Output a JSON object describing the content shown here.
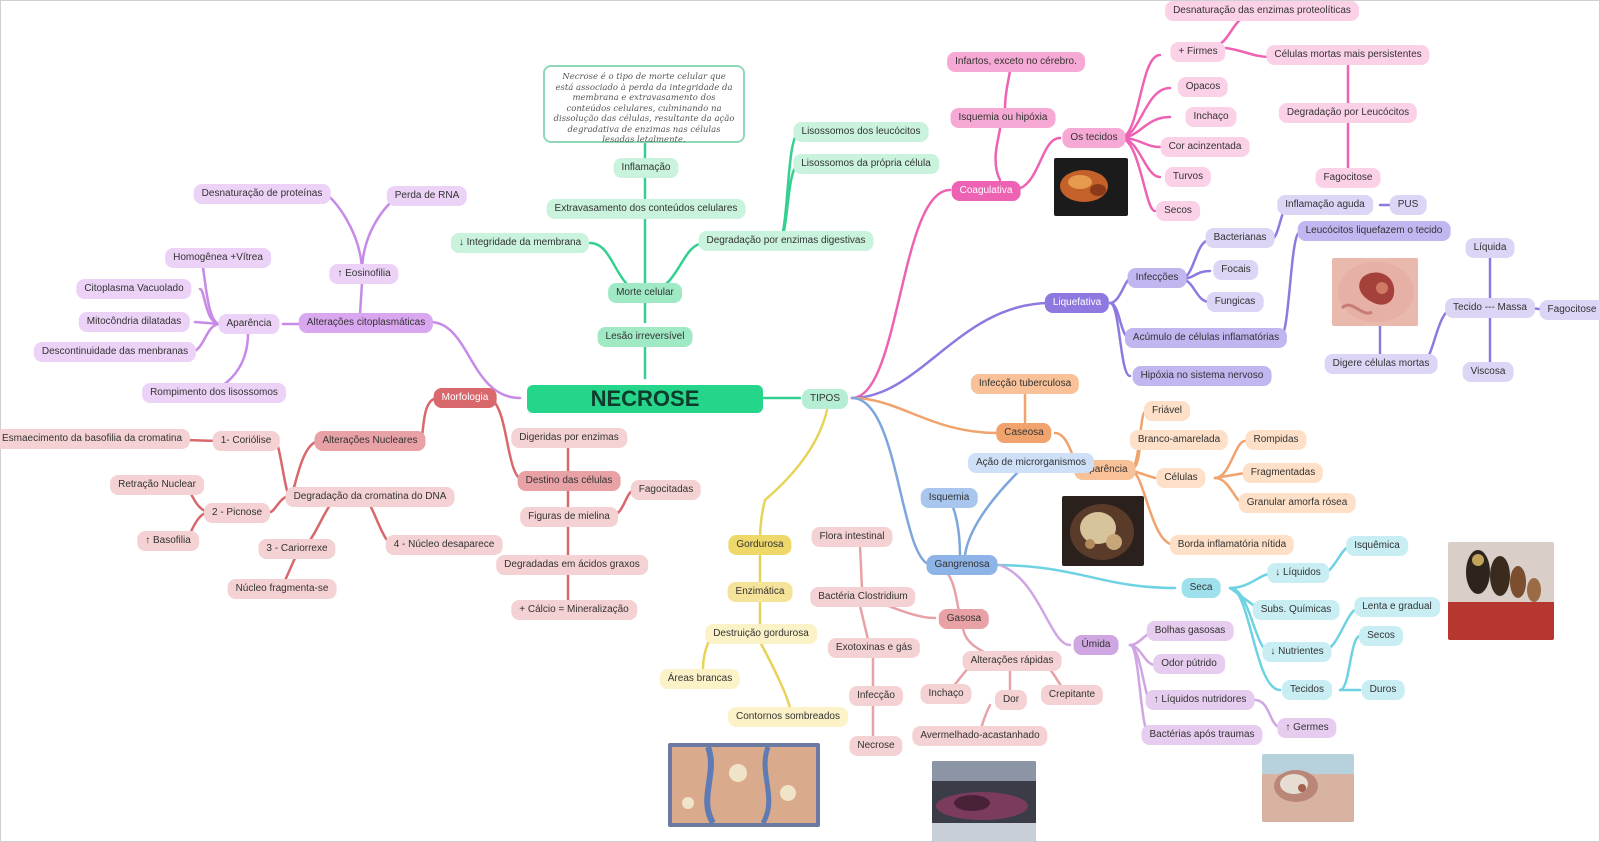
{
  "title": "NECROSE",
  "definition": "Necrose é o tipo de morte celular que está associado à perda da integridade da membrana e extravasamento dos conteúdos celulares, culminando na dissolução das células, resultante da ação degradativa de enzimas nas células lesadas letalmente.",
  "nodes": {
    "tipos": "TIPOS",
    "lesao": "Lesão irreversível",
    "morte": "Morte celular",
    "integridade": "↓ Integridade da membrana",
    "degradacao_enz": "Degradação por enzimas digestivas",
    "lis_leuc": "Lisossomos dos leucócitos",
    "lis_propria": "Lisossomos da própria célula",
    "extravasamento": "Extravasamento dos conteúdos celulares",
    "inflamacao": "Inflamação",
    "morfologia": "Morfologia",
    "alt_cito": "Alterações citoplasmáticas",
    "eosinofilia": "↑ Eosinofilia",
    "desnat_prot": "Desnaturação de proteínas",
    "perda_rna": "Perda de RNA",
    "aparencia_m": "Aparência",
    "homogenea": "Homogênea +Vítrea",
    "cito_vac": "Citoplasma Vacuolado",
    "mito_dil": "Mitocôndria dilatadas",
    "descont": "Descontinuidade das menbranas",
    "romp_lis": "Rompimento dos lisossomos",
    "alt_nuc": "Alterações Nucleares",
    "coriolise": "1- Coriólise",
    "esmaec": "Esmaecimento da basofilia da cromatina",
    "degrad_crom": "Degradação da cromatina do DNA",
    "picnose": "2 - Picnose",
    "retracao": "Retração Nuclear",
    "basofilia": "↑ Basofilia",
    "cariorrexe": "3 - Cariorrexe",
    "nucleo_frag": "Núcleo fragmenta-se",
    "nucleo_desap": "4 - Núcleo desaparece",
    "destino": "Destino das células",
    "digeridas": "Digeridas por enzimas",
    "fig_mielina": "Figuras de mielina",
    "fagocitadas": "Fagocitadas",
    "degr_acidos": "Degradadas em ácidos graxos",
    "calcio": "+ Cálcio = Mineralização",
    "coagulativa": "Coagulativa",
    "isquemia_hip": "Isquemia ou hipóxia",
    "infartos": "Infartos, exceto no cérebro.",
    "os_tecidos": "Os tecidos",
    "firmes": "+ Firmes",
    "desnat_enz": "Desnaturação das enzimas proteolíticas",
    "cel_mortas": "Células mortas mais persistentes",
    "degr_leuc": "Degradação por Leucócitos",
    "fagocitose1": "Fagocitose",
    "opacos": "Opacos",
    "inchaco1": "Inchaço",
    "cor_acinz": "Cor acinzentada",
    "turvos": "Turvos",
    "secos": "Secos",
    "liquefativa": "Liquefativa",
    "infeccoes": "Infecções",
    "bacterianas": "Bacterianas",
    "focais": "Focais",
    "fungicas": "Fungicas",
    "infl_aguda": "Inflamação aguda",
    "pus": "PUS",
    "leuc_liq": "Leucócitos liquefazem o tecido",
    "acumulo": "Acúmulo de células inflamatórias",
    "hipoxia_sn": "Hipóxia no sistema nervoso",
    "liquida": "Líquida",
    "tecido_massa": "Tecido --- Massa",
    "fagocitose2": "Fagocitose",
    "digere": "Digere células mortas",
    "viscosa": "Viscosa",
    "caseosa": "Caseosa",
    "infec_tub": "Infecção tuberculosa",
    "aparencia_c": "Aparência",
    "friavel": "Friável",
    "branco_am": "Branco-amarelada",
    "celulas": "Células",
    "rompidas": "Rompidas",
    "fragmentadas": "Fragmentadas",
    "granular": "Granular amorfa rósea",
    "borda": "Borda inflamatória nítida",
    "gangrenosa": "Gangrenosa",
    "acao_micro": "Ação de microrganismos",
    "isquemia_g": "Isquemia",
    "seca": "Seca",
    "liquidos_down": "↓ Líquidos",
    "isquemica": "Isquêmica",
    "subs_quim": "Subs. Químicas",
    "nutrientes": "↓ Nutrientes",
    "lenta": "Lenta e gradual",
    "tecidos": "Tecidos",
    "secos2": "Secos",
    "duros": "Duros",
    "umida": "Úmida",
    "bolhas": "Bolhas gasosas",
    "odor": "Odor pútrido",
    "liq_nutr": "↑ Líquidos nutridores",
    "germes": "↑ Germes",
    "bact_trauma": "Bactérias após traumas",
    "gasosa": "Gasosa",
    "flora": "Flora intestinal",
    "clostridium": "Bactéria Clostridium",
    "exotoxinas": "Exotoxinas e gás",
    "infeccao_g": "Infecção",
    "necrose_g": "Necrose",
    "alt_rapidas": "Alterações rápidas",
    "inchaco2": "Inchaço",
    "dor": "Dor",
    "crepitante": "Crepitante",
    "avermelhado": "Avermelhado-acastanhado",
    "gordurosa": "Gordurosa",
    "enzimatica": "Enzimática",
    "destr_gord": "Destruição gordurosa",
    "areas_brancas": "Áreas brancas",
    "contornos": "Contornos sombreados"
  },
  "colors": {
    "green_branch": "#33d08f",
    "purple_branch": "#c78ae6",
    "red_branch": "#d9686c",
    "pink_branch": "#ee62b3",
    "lavender_branch": "#8f79e0",
    "orange_branch": "#f1a36d",
    "blue_branch": "#7ea6de",
    "yellow_branch": "#e8d35a",
    "cyan_branch": "#6fd2e2"
  },
  "icons": [
    "necrosis-photo-coagulative",
    "necrosis-photo-liquefactive",
    "necrosis-photo-caseous",
    "necrosis-photo-dry-gangrene",
    "necrosis-photo-fat",
    "necrosis-photo-gas-gangrene",
    "necrosis-photo-wet-gangrene"
  ]
}
